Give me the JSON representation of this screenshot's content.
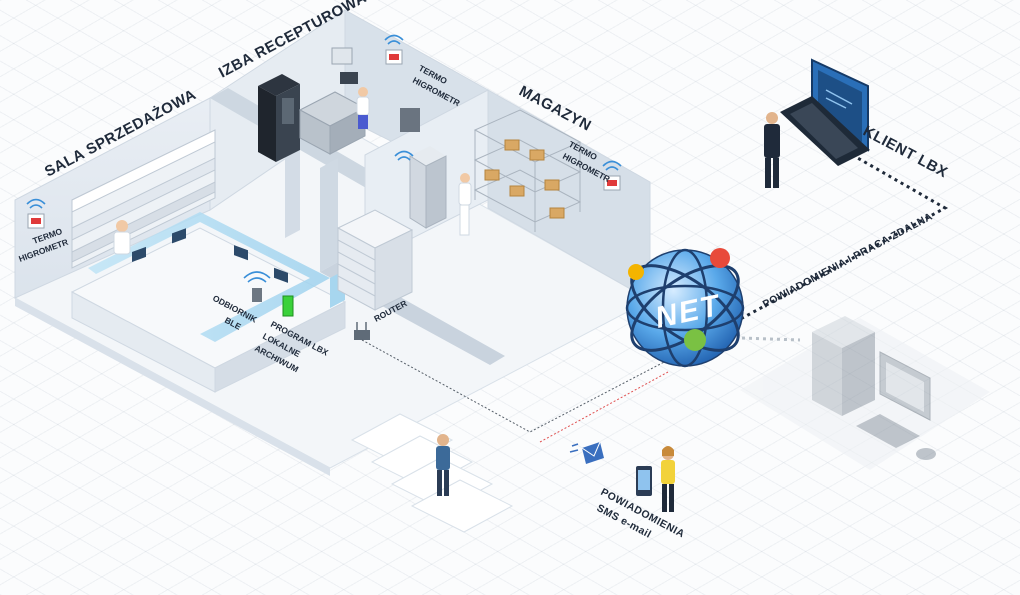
{
  "rooms": {
    "sales": "SALA SPRZEDAŻOWA",
    "prescription": "IZBA RECEPTUROWA",
    "warehouse": "MAGAZYN"
  },
  "sensors": {
    "line1": "TERMO",
    "line2": "HIGROMETR"
  },
  "devices": {
    "ble_line1": "ODBIORNIK",
    "ble_line2": "BLE",
    "program_line1": "PROGRAM LBX",
    "program_line2": "LOKALNE",
    "program_line3": "ARCHIWUM",
    "router": "ROUTER"
  },
  "network": {
    "globe": "NET",
    "client": "KLIENT LBX",
    "remote": "POWIADOMIENIA I PRACA ZDALNA",
    "notify_line1": "POWIADOMIENIA",
    "notify_line2": "SMS e-mail"
  },
  "colors": {
    "accent_blue": "#3a8fd8",
    "dark_navy": "#1f2a3a",
    "program_green": "#3ad13a",
    "sms_dash_red": "#e05050"
  }
}
